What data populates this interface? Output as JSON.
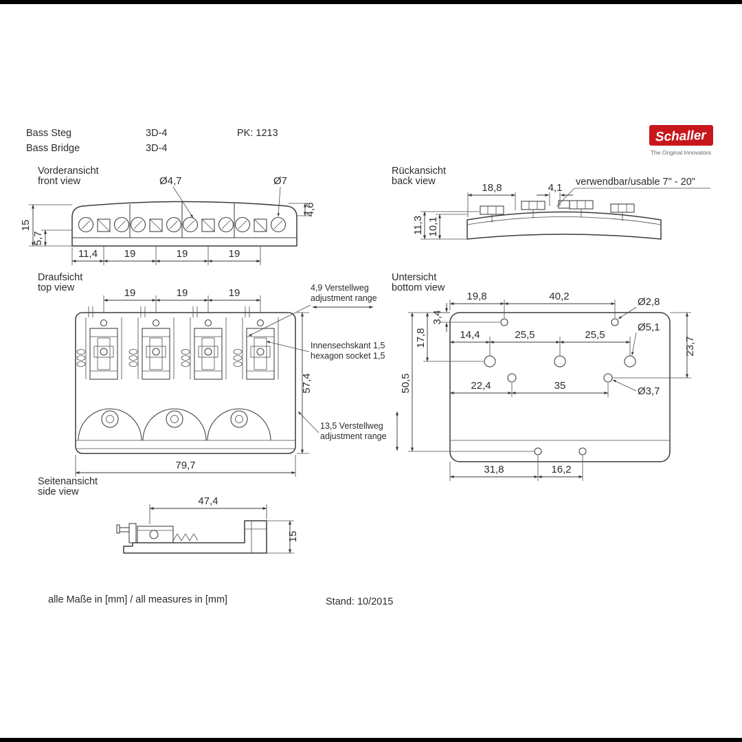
{
  "title_block": {
    "title_de": "Bass Steg",
    "title_en": "Bass Bridge",
    "model": "3D-4",
    "pk": "PK: 1213"
  },
  "logo": {
    "brand": "Schaller",
    "tagline": "The Original Innovators",
    "accent": "#c8171c"
  },
  "front": {
    "label_de": "Vorderansicht",
    "label_en": "front view",
    "dia_47": "Ø4,7",
    "dia_7": "Ø7",
    "h15": "15",
    "h57": "5,7",
    "h46": "4,6",
    "w114": "11,4",
    "w19": "19"
  },
  "back": {
    "label_de": "Rückansicht",
    "label_en": "back view",
    "w188": "18,8",
    "w41": "4,1",
    "h113": "11,3",
    "h101": "10,1",
    "note": "verwendbar/usable 7\" - 20\""
  },
  "top": {
    "label_de": "Draufsicht",
    "label_en": "top view",
    "w19": "19",
    "h574": "57,4",
    "w797": "79,7",
    "ann_travel_de": "4,9 Verstellweg",
    "ann_travel_en": "adjustment range",
    "ann_hex_de": "Innensechskant 1,5",
    "ann_hex_en": "hexagon socket 1,5",
    "ann_height_de": "13,5 Verstellweg",
    "ann_height_en": "adjustment range"
  },
  "bottom": {
    "label_de": "Untersicht",
    "label_en": "bottom view",
    "w198": "19,8",
    "w402": "40,2",
    "dia28": "Ø2,8",
    "h34": "3,4",
    "h178": "17,8",
    "w144": "14,4",
    "w255": "25,5",
    "dia51": "Ø5,1",
    "h237": "23,7",
    "h505": "50,5",
    "w224": "22,4",
    "w35": "35",
    "dia37": "Ø3,7",
    "w318": "31,8",
    "w162": "16,2"
  },
  "side": {
    "label_de": "Seitenansicht",
    "label_en": "side view",
    "w474": "47,4",
    "h15": "15"
  },
  "footer": {
    "units": "alle Maße in [mm] / all measures in [mm]",
    "stand": "Stand: 10/2015"
  }
}
